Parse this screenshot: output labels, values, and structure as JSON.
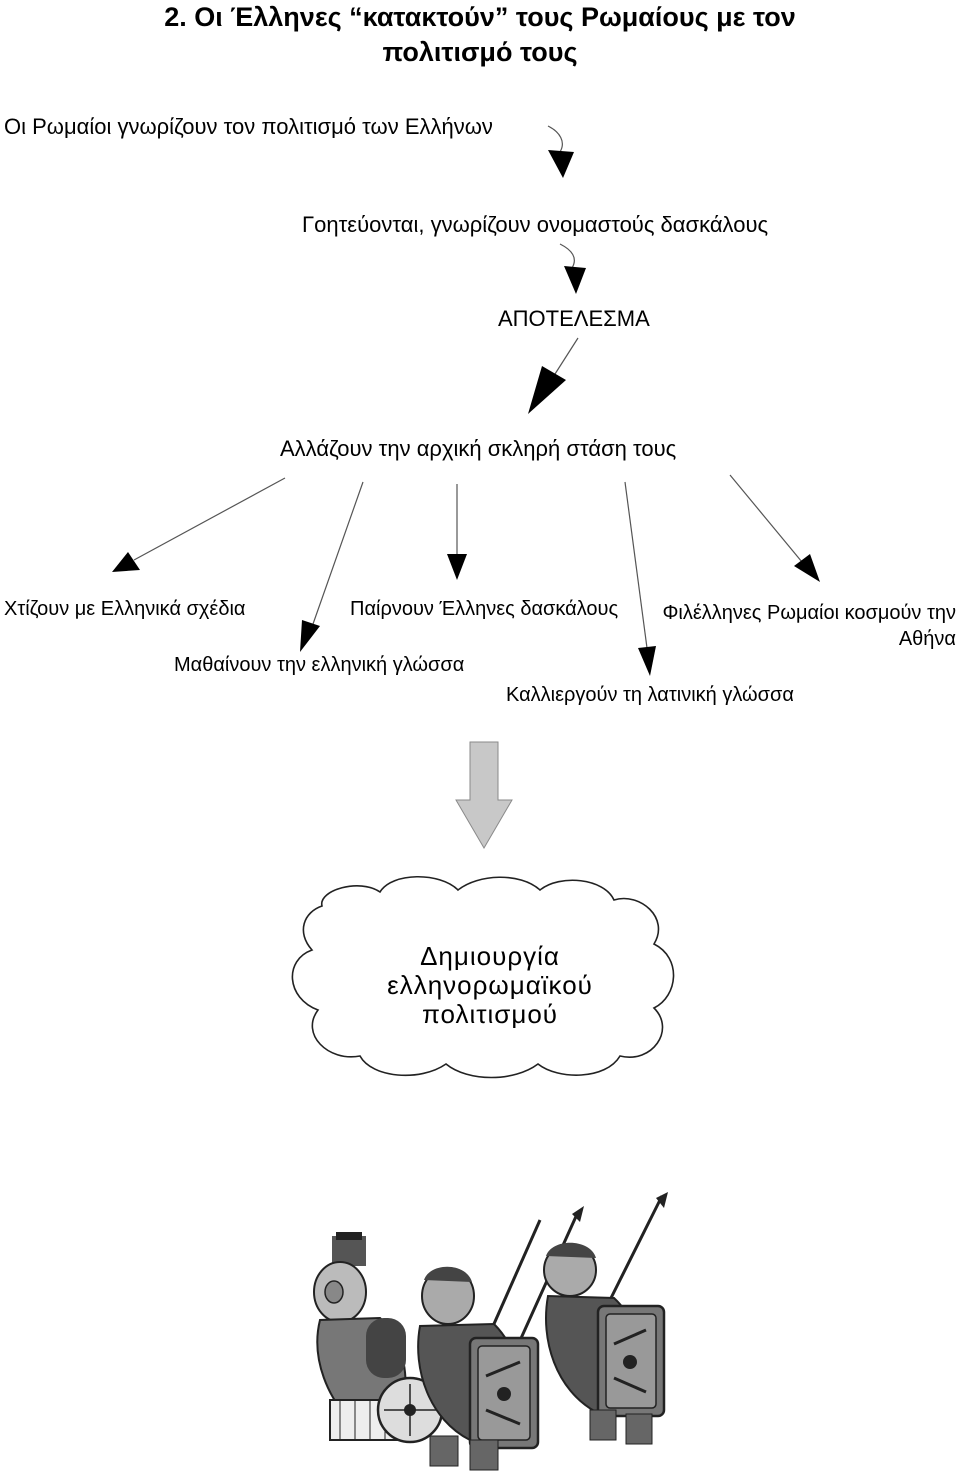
{
  "title": {
    "line1": "2. Οι Έλληνες “κατακτούν” τους Ρωμαίους με τον",
    "line2": "πολιτισμό τους"
  },
  "nodes": {
    "know": "Οι Ρωμαίοι γνωρίζουν τον πολιτισμό των Ελλήνων",
    "charmed": "Γοητεύονται, γνωρίζουν ονομαστούς δασκάλους",
    "result": "ΑΠΟΤΕΛΕΣΜΑ",
    "change": "Αλλάζουν την αρχική σκληρή στάση τους",
    "build": "Χτίζουν με Ελληνικά σχέδια",
    "teachers": "Παίρνουν Έλληνες δασκάλους",
    "philhellenes_line1": "Φιλέλληνες Ρωμαίοι  κοσμούν την",
    "philhellenes_line2": "Αθήνα",
    "learn": "Μαθαίνουν την ελληνική γλώσσα",
    "latin": "Καλλιεργούν τη λατινική γλώσσα"
  },
  "cloud": {
    "line1": "Δημιουργία",
    "line2": "ελληνορωμαϊκού",
    "line3": "πολιτισμού"
  },
  "colors": {
    "block_arrow_fill": "#c8c8c8",
    "block_arrow_stroke": "#8a8a8a",
    "line": "#555555",
    "arrowhead": "#000000"
  },
  "illustration": "roman-soldiers-cartoon"
}
